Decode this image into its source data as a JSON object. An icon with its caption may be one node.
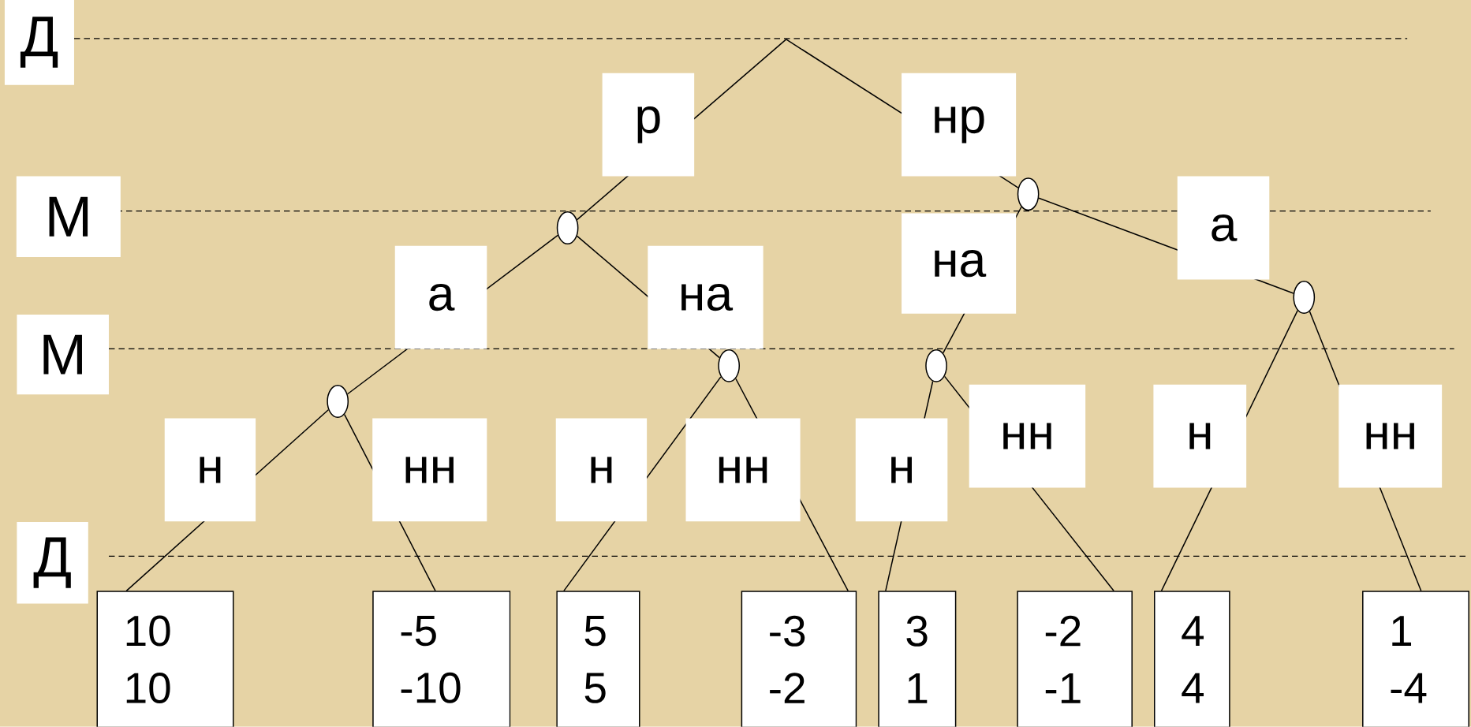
{
  "diagram": {
    "nodes": [
      {
        "text": [],
        "shape": "ellipse"
      },
      {
        "text": [],
        "shape": "ellipse"
      },
      {
        "text": [],
        "shape": "ellipse"
      },
      {
        "text": [],
        "shape": "ellipse"
      },
      {
        "text": [],
        "shape": "ellipse"
      },
      {
        "text": [],
        "shape": "ellipse"
      },
      {
        "text": [
          "10",
          "10"
        ]
      },
      {
        "text": [
          "-5",
          "-10"
        ]
      },
      {
        "text": [
          "5",
          "5"
        ]
      },
      {
        "text": [
          "-3",
          "-2"
        ]
      },
      {
        "text": [
          "3",
          "1"
        ]
      },
      {
        "text": [
          "-2",
          "-1"
        ]
      },
      {
        "text": [
          "4",
          "4"
        ]
      },
      {
        "text": [
          "1",
          "-4"
        ]
      }
    ],
    "edges": [
      {
        "from": null,
        "to": 0,
        "arrow": "none",
        "label": "р"
      },
      {
        "from": null,
        "to": 1,
        "arrow": "none",
        "label": "нр"
      },
      {
        "from": 0,
        "to": 2,
        "arrow": "none",
        "label": "а"
      },
      {
        "from": 0,
        "to": 3,
        "arrow": "none",
        "label": "на"
      },
      {
        "from": 1,
        "to": 4,
        "arrow": "none",
        "label": "на"
      },
      {
        "from": 1,
        "to": 5,
        "arrow": "none",
        "label": "а"
      },
      {
        "from": 2,
        "to": 6,
        "arrow": "none",
        "label": "н"
      },
      {
        "from": 2,
        "to": 7,
        "arrow": "none",
        "label": "нн"
      },
      {
        "from": 3,
        "to": 8,
        "arrow": "none",
        "label": "н"
      },
      {
        "from": 3,
        "to": 9,
        "arrow": "none",
        "label": "нн"
      },
      {
        "from": 4,
        "to": 10,
        "arrow": "none",
        "label": "н"
      },
      {
        "from": 4,
        "to": 11,
        "arrow": "none",
        "label": "нн"
      },
      {
        "from": 5,
        "to": 12,
        "arrow": "none",
        "label": "н"
      },
      {
        "from": 5,
        "to": 13,
        "arrow": "none",
        "label": "нн"
      }
    ],
    "labels": [
      "Д",
      "М",
      "М",
      "Д"
    ]
  }
}
